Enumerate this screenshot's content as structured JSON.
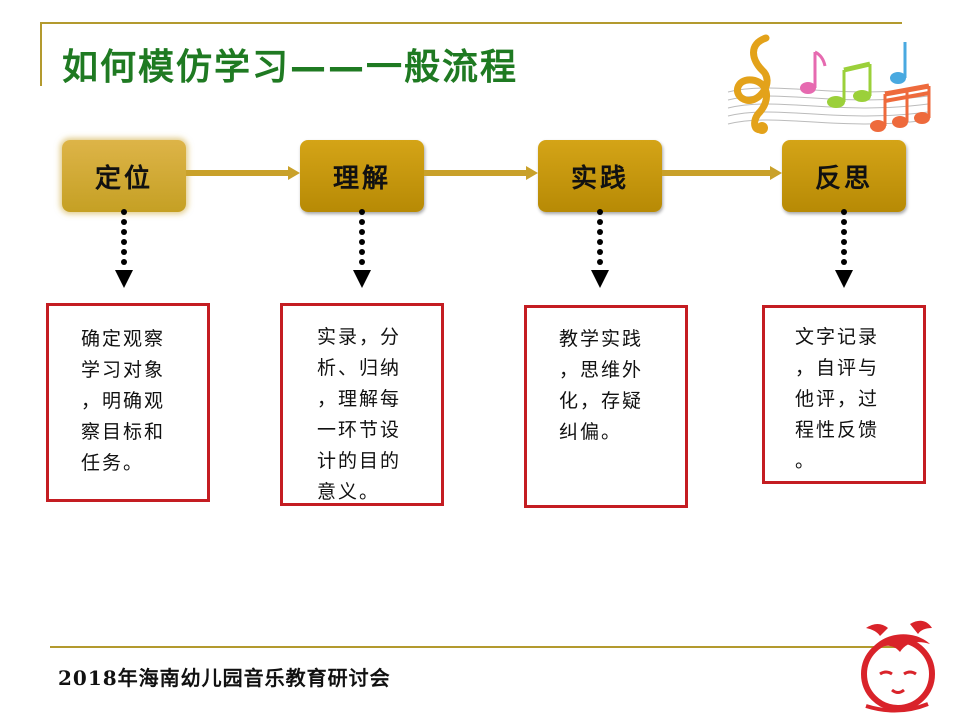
{
  "slide": {
    "title": "如何模仿学习——一般流程",
    "footer": "2018年海南幼儿园音乐教育研讨会"
  },
  "steps": [
    {
      "label": "定位",
      "detail": "确定观察\n学习对象\n，明确观\n察目标和\n任务。"
    },
    {
      "label": "理解",
      "detail": "实录，分\n析、归纳\n，理解每\n一环节设\n计的目的\n意义。"
    },
    {
      "label": "实践",
      "detail": "教学实践\n，思维外\n化，存疑\n纠偏。"
    },
    {
      "label": "反思",
      "detail": "文字记录\n，自评与\n他评，过\n程性反馈\n。"
    }
  ],
  "icons": {
    "decoration": "music-notes-icon",
    "logo": "girl-face-logo-icon"
  },
  "colors": {
    "title": "#1f7a22",
    "step_fill": "#c89a0e",
    "box_border": "#c41d22",
    "frame_line": "#b39a2e"
  }
}
